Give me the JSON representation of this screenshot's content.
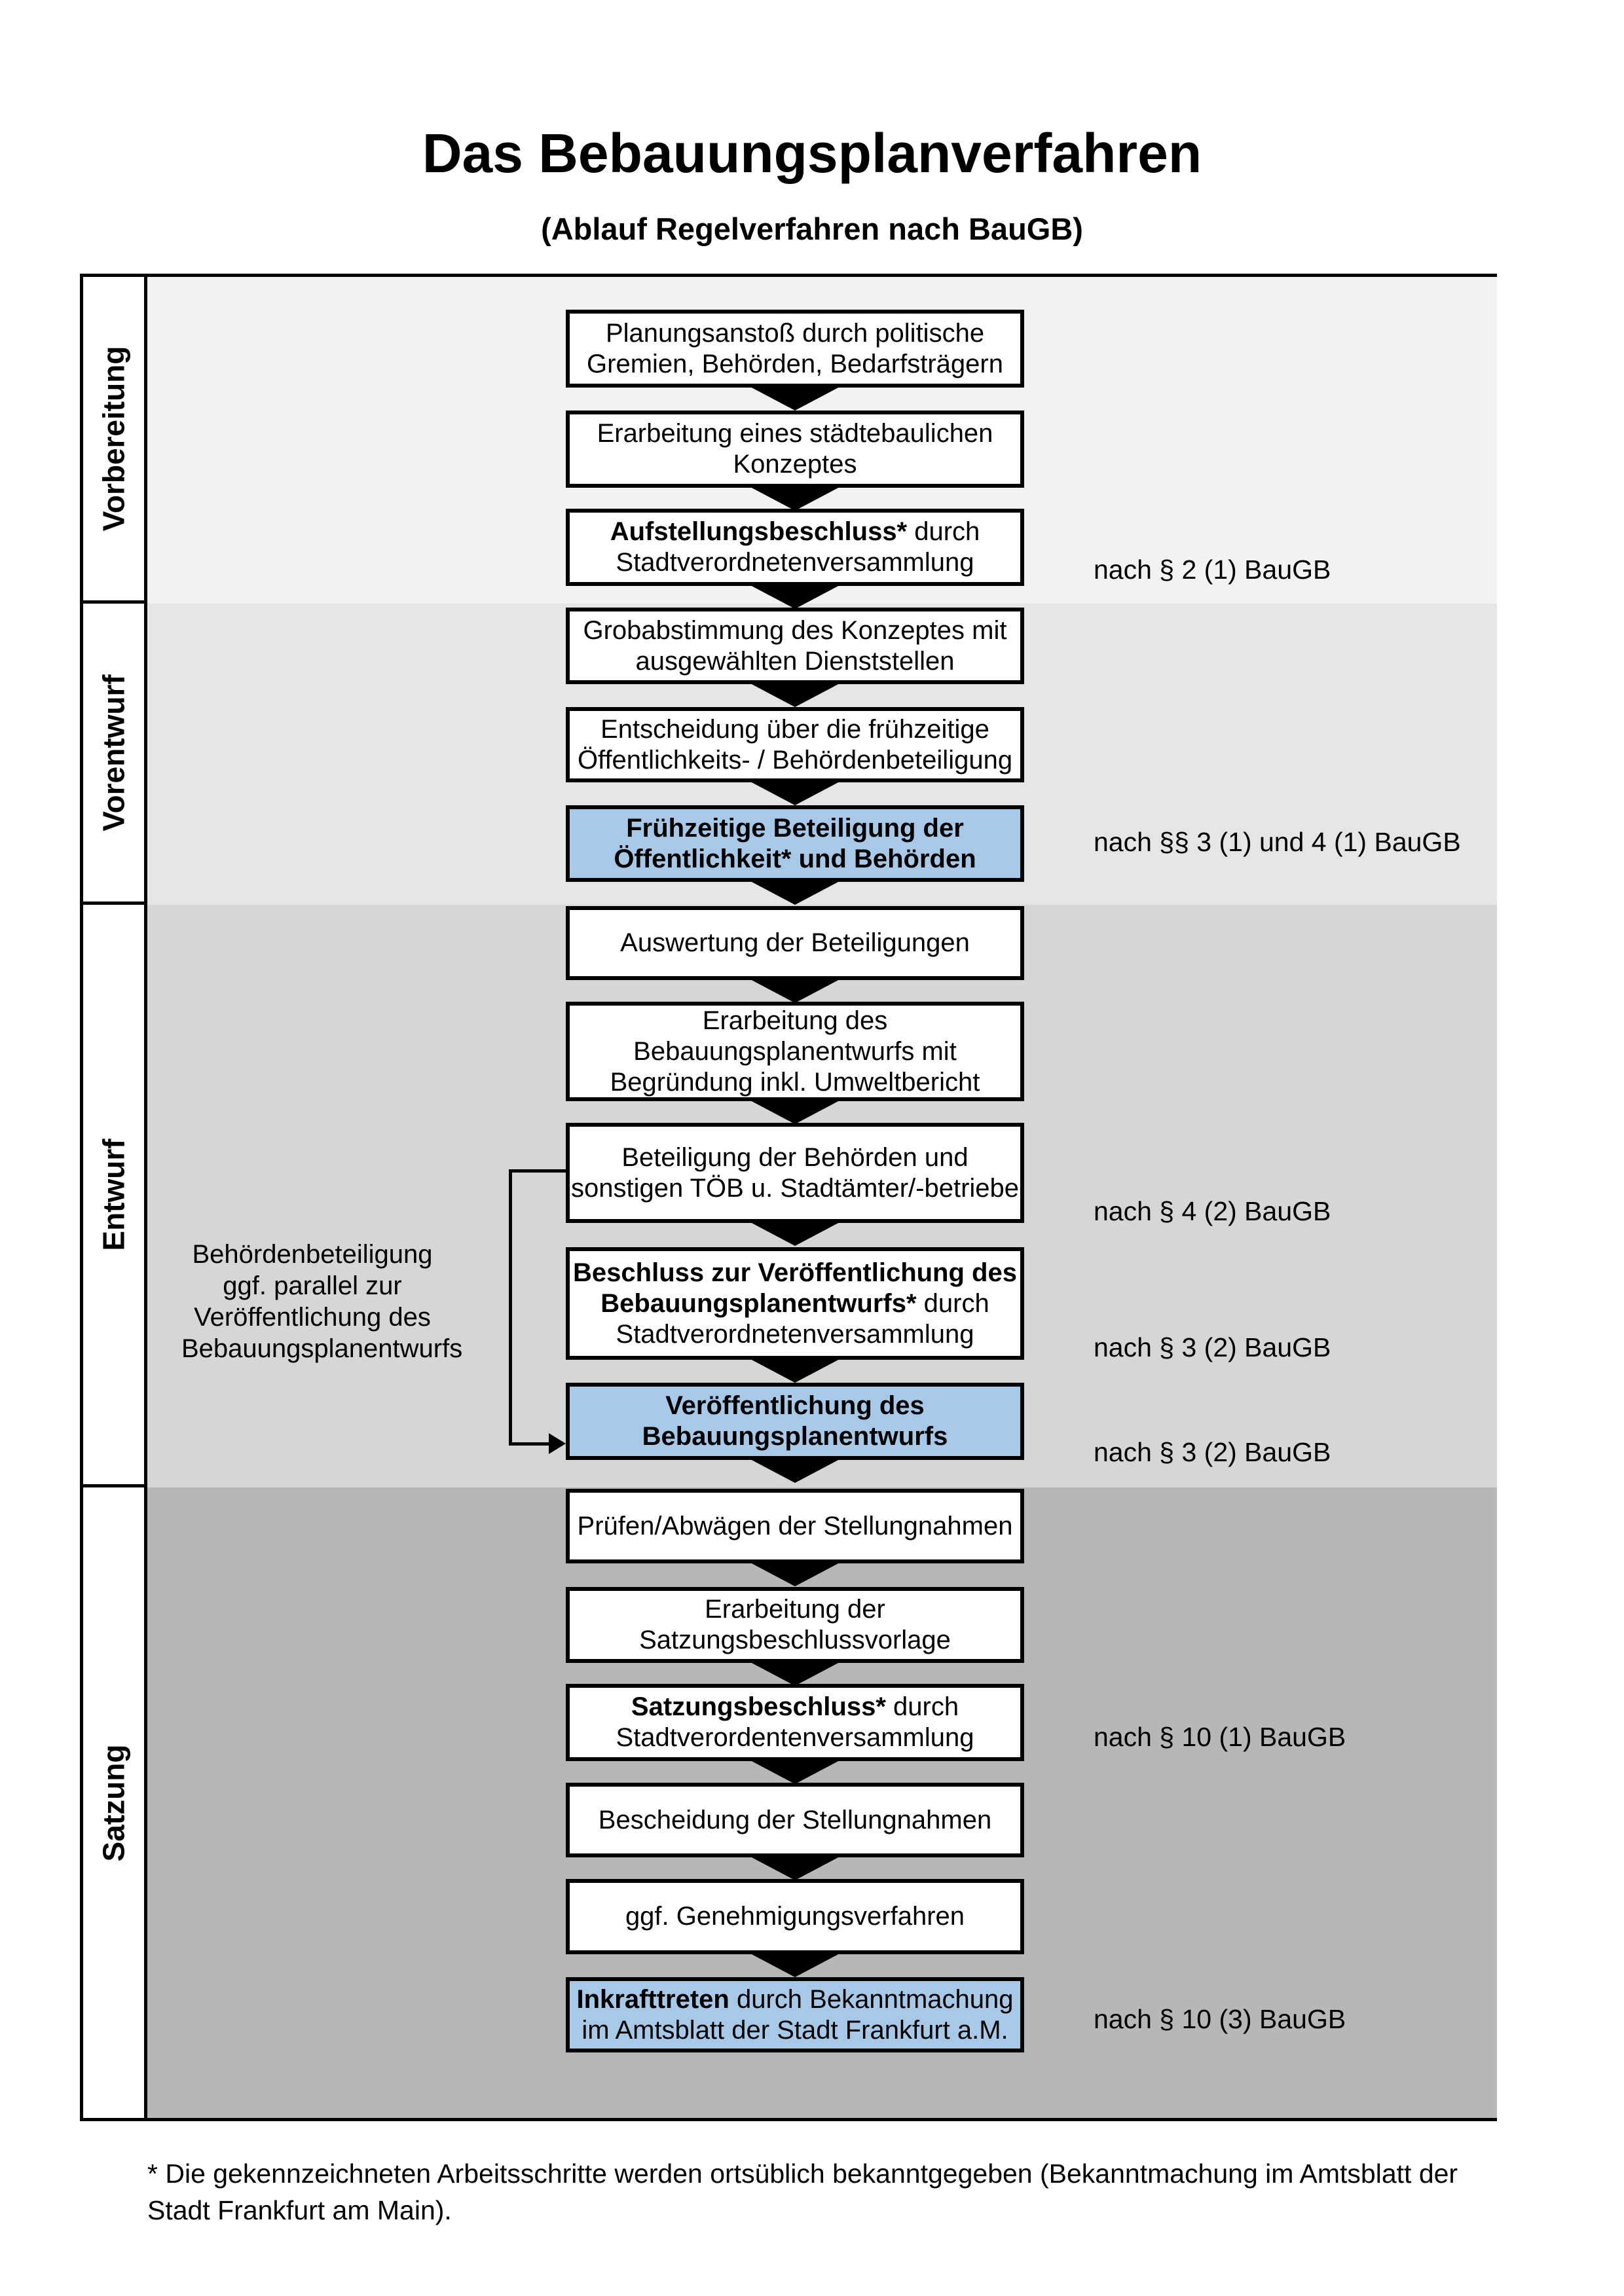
{
  "page": {
    "title": "Das Bebauungsplanverfahren",
    "subtitle": "(Ablauf Regelverfahren nach BauGB)",
    "footnote": "* Die gekennzeichneten Arbeitsschritte werden ortsüblich bekanntgegeben (Bekanntmachung im Amtsblatt  der Stadt Frankfurt am Main)."
  },
  "colors": {
    "highlight_box": "#a8c8e8",
    "box_bg": "#ffffff",
    "border": "#000000",
    "section_bgs": [
      "#f2f2f2",
      "#e5e5e5",
      "#d6d6d6",
      "#b7b7b7"
    ]
  },
  "sections": [
    {
      "label": "Vorbereitung"
    },
    {
      "label": "Vorentwurf"
    },
    {
      "label": "Entwurf"
    },
    {
      "label": "Satzung"
    }
  ],
  "steps": [
    {
      "highlight": false,
      "lines": [
        [
          {
            "t": "Planungsanstoß durch politische"
          }
        ],
        [
          {
            "t": "Gremien, Behörden, Bedarfsträgern"
          }
        ]
      ]
    },
    {
      "highlight": false,
      "lines": [
        [
          {
            "t": "Erarbeitung eines städtebaulichen"
          }
        ],
        [
          {
            "t": "Konzeptes"
          }
        ]
      ]
    },
    {
      "highlight": false,
      "lines": [
        [
          {
            "t": "Aufstellungsbeschluss*",
            "b": true
          },
          {
            "t": " durch"
          }
        ],
        [
          {
            "t": "Stadtverordnetenversammlung"
          }
        ]
      ]
    },
    {
      "highlight": false,
      "lines": [
        [
          {
            "t": "Grobabstimmung des Konzeptes mit"
          }
        ],
        [
          {
            "t": "ausgewählten Dienststellen"
          }
        ]
      ]
    },
    {
      "highlight": false,
      "lines": [
        [
          {
            "t": "Entscheidung über die frühzeitige"
          }
        ],
        [
          {
            "t": "Öffentlichkeits- / Behördenbeteiligung"
          }
        ]
      ]
    },
    {
      "highlight": true,
      "lines": [
        [
          {
            "t": "Frühzeitige Beteiligung der",
            "b": true
          }
        ],
        [
          {
            "t": "Öffentlichkeit* und Behörden",
            "b": true
          }
        ]
      ]
    },
    {
      "highlight": false,
      "lines": [
        [
          {
            "t": "Auswertung der Beteiligungen"
          }
        ]
      ]
    },
    {
      "highlight": false,
      "lines": [
        [
          {
            "t": "Erarbeitung des"
          }
        ],
        [
          {
            "t": "Bebauungsplanentwurfs mit"
          }
        ],
        [
          {
            "t": "Begründung inkl. Umweltbericht"
          }
        ]
      ]
    },
    {
      "highlight": false,
      "lines": [
        [
          {
            "t": "Beteiligung der Behörden und"
          }
        ],
        [
          {
            "t": "sonstigen TÖB u. Stadtämter/-betriebe"
          }
        ]
      ]
    },
    {
      "highlight": false,
      "lines": [
        [
          {
            "t": "Beschluss zur Veröffentlichung des",
            "b": true
          }
        ],
        [
          {
            "t": "Bebauungsplanentwurfs*",
            "b": true
          },
          {
            "t": " durch"
          }
        ],
        [
          {
            "t": "Stadtverordnetenversammlung"
          }
        ]
      ]
    },
    {
      "highlight": true,
      "lines": [
        [
          {
            "t": "Veröffentlichung des",
            "b": true
          }
        ],
        [
          {
            "t": "Bebauungsplanentwurfs",
            "b": true
          }
        ]
      ]
    },
    {
      "highlight": false,
      "lines": [
        [
          {
            "t": "Prüfen/Abwägen der Stellungnahmen"
          }
        ]
      ]
    },
    {
      "highlight": false,
      "lines": [
        [
          {
            "t": "Erarbeitung der"
          }
        ],
        [
          {
            "t": "Satzungsbeschlussvorlage"
          }
        ]
      ]
    },
    {
      "highlight": false,
      "lines": [
        [
          {
            "t": "Satzungsbeschluss*",
            "b": true
          },
          {
            "t": " durch"
          }
        ],
        [
          {
            "t": "Stadtverordentenversammlung"
          }
        ]
      ]
    },
    {
      "highlight": false,
      "lines": [
        [
          {
            "t": "Bescheidung der Stellungnahmen"
          }
        ]
      ]
    },
    {
      "highlight": false,
      "lines": [
        [
          {
            "t": "ggf. Genehmigungsverfahren"
          }
        ]
      ]
    },
    {
      "highlight": true,
      "lines": [
        [
          {
            "t": "Inkrafttreten",
            "b": true
          },
          {
            "t": " durch Bekanntmachung"
          }
        ],
        [
          {
            "t": "im Amtsblatt der Stadt Frankfurt a.M."
          }
        ]
      ]
    }
  ],
  "law_refs": [
    {
      "text": "nach § 2 (1) BauGB"
    },
    {
      "text": "nach §§ 3 (1) und 4 (1) BauGB"
    },
    {
      "text": "nach § 4 (2) BauGB"
    },
    {
      "text": "nach § 3 (2) BauGB"
    },
    {
      "text": "nach § 3 (2) BauGB"
    },
    {
      "text": "nach § 10 (1) BauGB"
    },
    {
      "text": "nach § 10 (3) BauGB"
    }
  ],
  "side_note": {
    "lines": [
      "Behördenbeteiligung",
      "ggf. parallel zur",
      "Veröffentlichung des",
      "Bebauungsplanentwurfs"
    ]
  }
}
